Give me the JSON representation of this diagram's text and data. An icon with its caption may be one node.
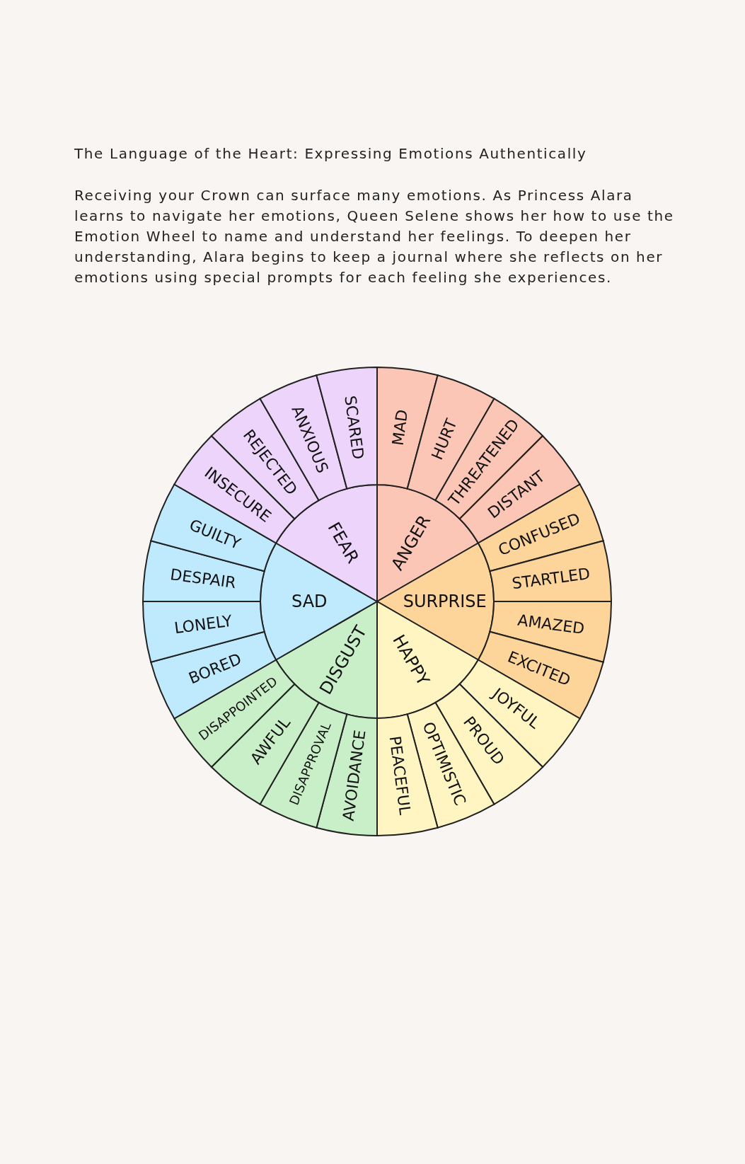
{
  "diagram": {
    "title": "The Language of the Heart: Expressing Emotions Authentically",
    "nodes": [
      {
        "text": [
          "ANGER"
        ]
      },
      {
        "text": [
          "SURPRISE"
        ]
      },
      {
        "text": [
          "HAPPY"
        ]
      },
      {
        "text": [
          "DISGUST"
        ]
      },
      {
        "text": [
          "SAD"
        ]
      },
      {
        "text": [
          "FEAR"
        ]
      },
      {
        "text": [
          "MAD"
        ]
      },
      {
        "text": [
          "HURT"
        ]
      },
      {
        "text": [
          "THREATENED"
        ]
      },
      {
        "text": [
          "DISTANT"
        ]
      },
      {
        "text": [
          "CONFUSED"
        ]
      },
      {
        "text": [
          "STARTLED"
        ]
      },
      {
        "text": [
          "AMAZED"
        ]
      },
      {
        "text": [
          "EXCITED"
        ]
      },
      {
        "text": [
          "JOYFUL"
        ]
      },
      {
        "text": [
          "PROUD"
        ]
      },
      {
        "text": [
          "OPTIMISTIC"
        ]
      },
      {
        "text": [
          "PEACEFUL"
        ]
      },
      {
        "text": [
          "AVOIDANCE"
        ]
      },
      {
        "text": [
          "DISAPPROVAL"
        ]
      },
      {
        "text": [
          "AWFUL"
        ]
      },
      {
        "text": [
          "DISAPPOINTED"
        ]
      },
      {
        "text": [
          "BORED"
        ]
      },
      {
        "text": [
          "LONELY"
        ]
      },
      {
        "text": [
          "DESPAIR"
        ]
      },
      {
        "text": [
          "GUILTY"
        ]
      },
      {
        "text": [
          "INSECURE"
        ]
      },
      {
        "text": [
          "REJECTED"
        ]
      },
      {
        "text": [
          "ANXIOUS"
        ]
      },
      {
        "text": [
          "SCARED"
        ]
      }
    ],
    "labels": [
      "Receiving your Crown can surface many emotions. As Princess Alara learns to navigate her emotions, Queen Selene shows her how to use the Emotion Wheel to name and understand her feelings. To deepen her understanding, Alara begins to keep a journal where she reflects on her emotions using special prompts for each feeling she experiences."
    ]
  }
}
